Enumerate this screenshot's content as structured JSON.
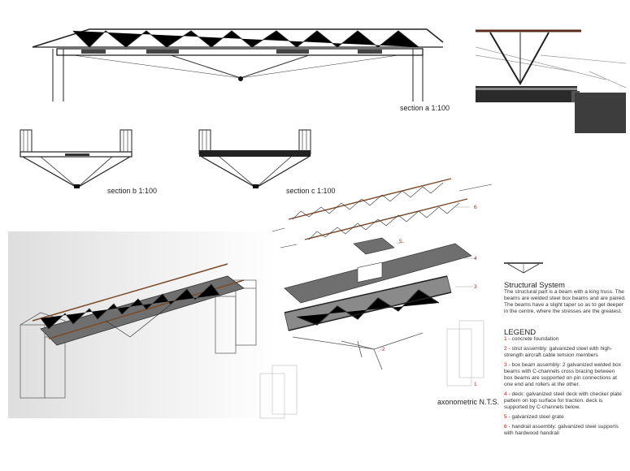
{
  "captions": {
    "section_a": "section a 1:100",
    "section_b": "section b 1:100",
    "section_c": "section c 1:100",
    "axonometric": "axonometric N.T.S."
  },
  "structural": {
    "title": "Structural System",
    "body": "The structural part is a beam with a king truss. The beams are welded steel box beams and are paired. The beams have a slight taper so as to get deeper in the centre, where the stresses are the greatest."
  },
  "legend": {
    "title": "LEGEND",
    "items": [
      {
        "num": "1",
        "text": " - concrete foundation"
      },
      {
        "num": "2",
        "text": " - strut assembly: galvanized steel with high-strength aircraft cable tension members"
      },
      {
        "num": "3",
        "text": " - box beam assembly: 2 galvanized welded box beams with C-channels cross bracing between box beams are supported on pin connections at one end and rollers at the other."
      },
      {
        "num": "4",
        "text": " - deck: galvanized steel deck with checker plate pattern on top surface for traction. deck is supported by C-channels below."
      },
      {
        "num": "5",
        "text": " - galvanized steel grate"
      },
      {
        "num": "6",
        "text": " - handrail assembly: galvanized steel supports with hardwood handrail"
      }
    ]
  },
  "exploded_labels": [
    "6",
    "5",
    "4",
    "3",
    "2",
    "1"
  ],
  "colors": {
    "number_red": "#b22222",
    "deck_grey": "#6f6f6f",
    "handrail_brown": "#7a4a2a"
  }
}
